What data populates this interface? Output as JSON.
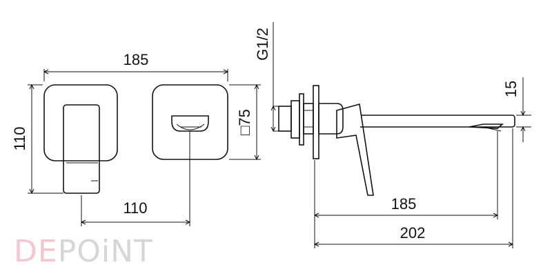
{
  "drawing": {
    "front_view": {
      "width_dim": "185",
      "height_dim": "110",
      "spacing_dim": "110",
      "plate_dim": "□75"
    },
    "side_view": {
      "thread_dim": "G1/2",
      "spout_height_dim": "15",
      "spout_reach_dim": "185",
      "total_depth_dim": "202"
    }
  },
  "watermark": {
    "part1": "DE",
    "part2": "POiNT",
    "color1": "#f4c6cf",
    "color2": "#d6d6d6"
  }
}
